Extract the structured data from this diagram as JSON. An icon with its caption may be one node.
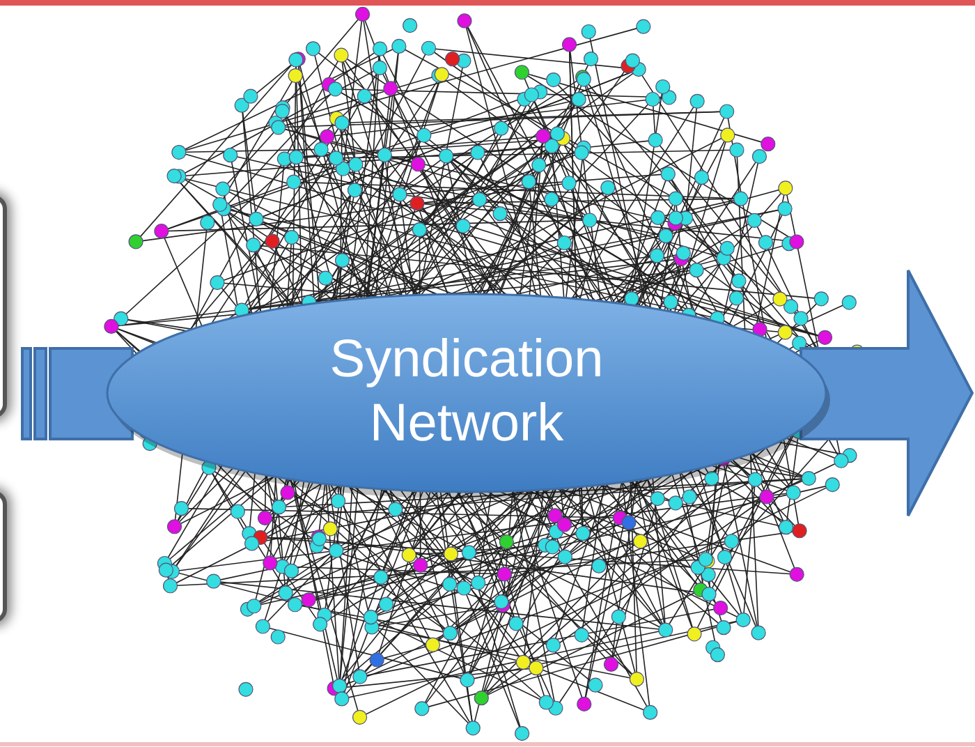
{
  "diagram": {
    "nodes": [
      {
        "text": [],
        "shape": "box"
      },
      {
        "text": [],
        "shape": "box"
      },
      {
        "text": [
          "Syndication Network"
        ]
      }
    ],
    "edges": [
      {
        "from": null,
        "to": 2,
        "arrow": "none"
      },
      {
        "from": 2,
        "to": null,
        "arrow": "to"
      }
    ]
  }
}
